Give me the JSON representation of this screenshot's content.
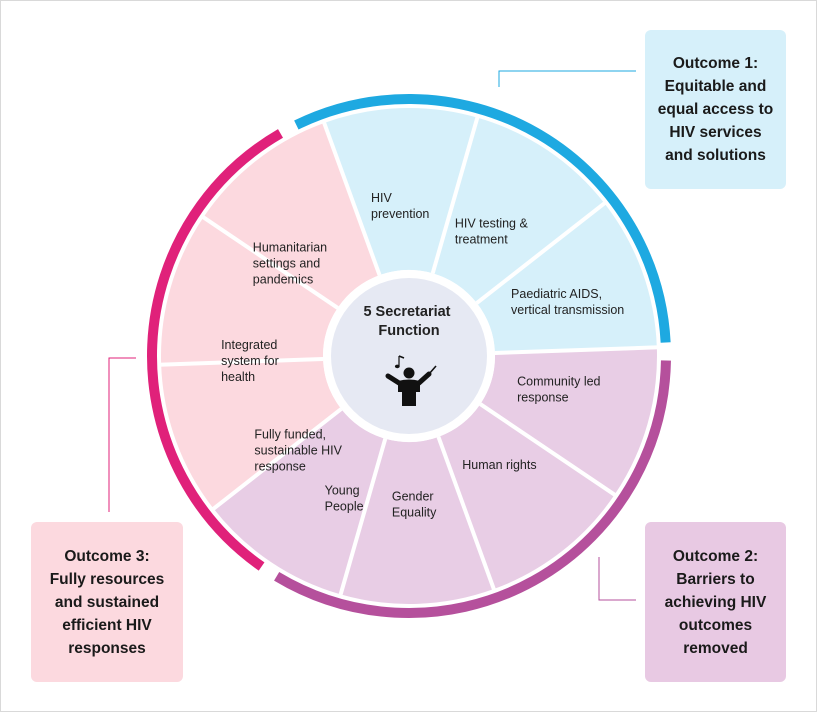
{
  "center": {
    "title_lines": [
      "5 Secretariat",
      "Function"
    ],
    "icon": "conductor-icon"
  },
  "segments": [
    {
      "id": "hiv-prevention",
      "group": 1,
      "lines": [
        "HIV",
        "prevention"
      ]
    },
    {
      "id": "hiv-testing",
      "group": 1,
      "lines": [
        "HIV testing &",
        "treatment"
      ]
    },
    {
      "id": "paediatric-aids",
      "group": 1,
      "lines": [
        "Paediatric AIDS,",
        "vertical transmission"
      ]
    },
    {
      "id": "community-led",
      "group": 2,
      "lines": [
        "Community led",
        "response"
      ]
    },
    {
      "id": "human-rights",
      "group": 2,
      "lines": [
        "Human rights"
      ]
    },
    {
      "id": "gender-equality",
      "group": 2,
      "lines": [
        "Gender",
        "Equality"
      ]
    },
    {
      "id": "young-people",
      "group": 2,
      "lines": [
        "Young",
        "People"
      ]
    },
    {
      "id": "fully-funded",
      "group": 3,
      "lines": [
        "Fully funded,",
        "sustainable HIV",
        "response"
      ]
    },
    {
      "id": "integrated-system",
      "group": 3,
      "lines": [
        "Integrated",
        "system for",
        "health"
      ]
    },
    {
      "id": "humanitarian",
      "group": 3,
      "lines": [
        "Humanitarian",
        "settings and",
        "pandemics"
      ]
    }
  ],
  "outcomes": {
    "outcome1": "Outcome 1:\nEquitable and\nequal access to\nHIV services\nand solutions",
    "outcome2": "Outcome 2:\nBarriers to\nachieving HIV\noutcomes\nremoved",
    "outcome3": "Outcome 3:\nFully resources\nand sustained\nefficient HIV\nresponses"
  },
  "colors": {
    "group1_fill": "#d6f0fa",
    "group2_fill": "#e8cde5",
    "group3_fill": "#fcd9df",
    "group1_arc": "#1ea9e1",
    "group2_arc": "#b5509c",
    "group3_arc": "#e0217a",
    "center_fill": "#e6e9f3",
    "connector1": "#1ea9e1",
    "connector2": "#b5509c",
    "connector3": "#e0217a"
  }
}
